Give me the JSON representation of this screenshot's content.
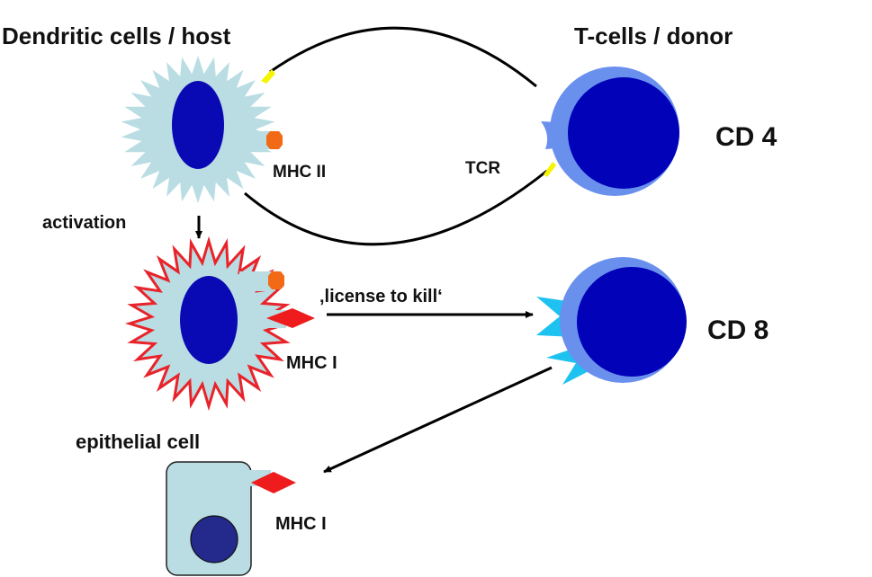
{
  "labels": {
    "dendritic_title": "Dendritic cells / host",
    "tcell_title": "T-cells / donor",
    "cd4": "CD 4",
    "cd8": "CD 8",
    "mhc2": "MHC II",
    "tcr": "TCR",
    "activation": "activation",
    "license": "‚license to kill‘",
    "mhc1_dc": "MHC I",
    "epithelial_title": "epithelial cell",
    "mhc1_epi": "MHC I"
  },
  "colors": {
    "dc_body": "#b9dde3",
    "nucleus": "#0a0ab4",
    "activated_outline": "#e8232a",
    "tcell_outer": "#6a90ee",
    "tcell_inner": "#0202b8",
    "mhc2_marker": "#f26a16",
    "mhc1_marker": "#ee1c1c",
    "cd8_receptor": "#1ec2f0",
    "tcr_tip": "#f5f500",
    "epi_body": "#b9dde3",
    "epi_nucleus": "#232a8c",
    "arrow": "#000000"
  }
}
